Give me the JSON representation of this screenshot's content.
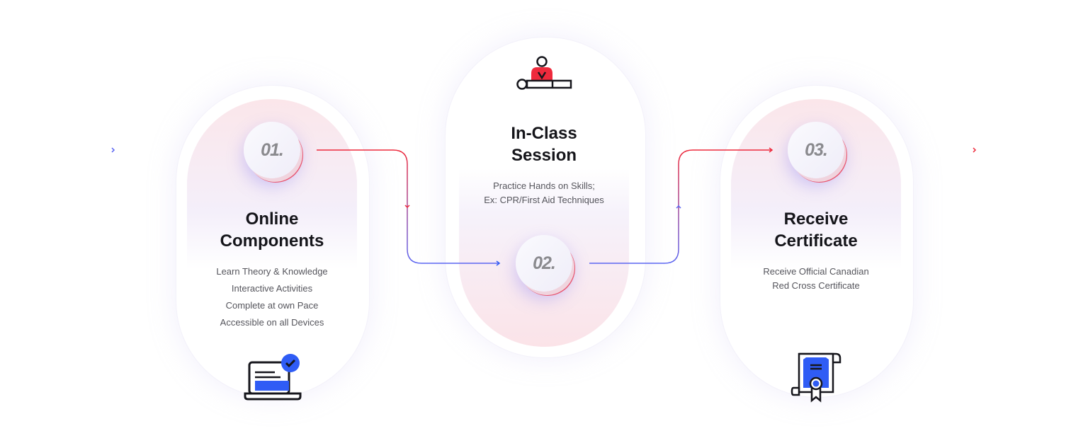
{
  "steps": [
    {
      "number": "01.",
      "title_line1": "Online",
      "title_line2": "Components",
      "items": [
        "Learn Theory & Knowledge",
        "Interactive Activities",
        "Complete at own Pace",
        "Accessible on all Devices"
      ],
      "icon": "laptop-check-icon"
    },
    {
      "number": "02.",
      "title_line1": "In-Class",
      "title_line2": "Session",
      "items": [
        "Practice Hands on Skills;",
        "Ex: CPR/First Aid Techniques"
      ],
      "icon": "cpr-training-icon"
    },
    {
      "number": "03.",
      "title_line1": "Receive",
      "title_line2": "Certificate",
      "items": [
        "Receive Official Canadian",
        "Red Cross Certificate"
      ],
      "icon": "certificate-icon"
    }
  ],
  "colors": {
    "accent_red": "#ee2a3c",
    "accent_blue": "#2f5cf5",
    "text_dark": "#15151a",
    "text_muted": "#55555c"
  }
}
